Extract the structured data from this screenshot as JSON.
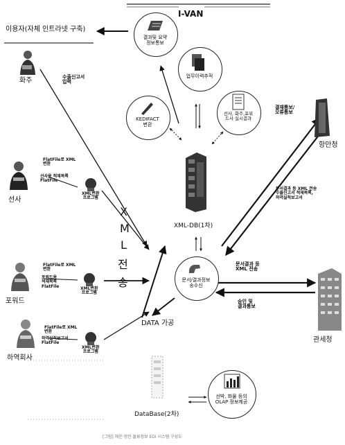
{
  "ivan_title": "I-VAN",
  "user_label": "이용자(자체 인트라넷 구축)",
  "bottom_caption": "[그림] 해운·항만 물류정보 EDI 시스템 구성도",
  "actors": {
    "shipper": {
      "name": "화주",
      "note": "수출신고서\n입력"
    },
    "shipping_line": {
      "name": "선사",
      "note1": "FlatFile로 XML\n변환",
      "note2": "선사용 적재목록\nFlatFile"
    },
    "forwarder": {
      "name": "포워드",
      "note1": "FlatFile로 XML\n변환",
      "note2": "포워드용\n적재목록\nFlatFile"
    },
    "stevedore": {
      "name": "하역회사",
      "note1": "FlatFile로 XML\n변환",
      "note2": "하역실적보고서\nFlatFile"
    }
  },
  "xml_converter_label": "XML변환\n프로그램",
  "xml_transmission_chars": [
    "X",
    "M",
    "L",
    "전",
    "송"
  ],
  "circles": {
    "stats": "결과및 요약\n정보통보",
    "archive": "업무이력추적",
    "edifact": "KEDIFACT\n변환",
    "docs": "선사, 화주,포워\n드사 실시결과",
    "exchange": "문서/결과정보\n송수신",
    "olap": "선박, 화물 등의\nOLAP 정보제공"
  },
  "xml_db_label": "XML-DB(1차)",
  "data_processing": "DATA 가공",
  "database_label": "DataBase(2차)",
  "port_authority": {
    "name": "항만청",
    "in": "결재통보/\n오류통보",
    "out": "문서결과 등 XML 전송\n수출신고서 적재목록,\n하역실적보고서"
  },
  "customs": {
    "name": "관세청",
    "in": "문서결과 등\nXML 전송",
    "out": "승인 및\n결과통보"
  }
}
